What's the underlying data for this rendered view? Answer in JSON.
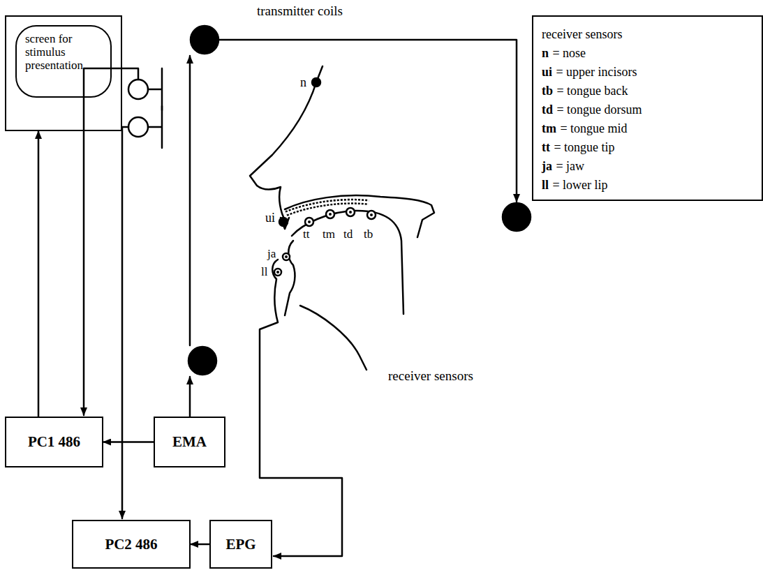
{
  "diagram": {
    "nodes": [
      {
        "text": [
          "screen for stimulus presentation"
        ]
      },
      {
        "text": [
          "receiver sensors",
          "n",
          "= nose",
          "ui",
          "= upper incisors",
          "tb",
          "= tongue back",
          "td",
          "= tongue dorsum",
          "tm",
          "= tongue mid",
          "tt",
          "= tongue tip",
          "ja",
          "= jaw",
          "ll",
          "= lower lip"
        ]
      },
      {
        "text": [
          "PC1 486"
        ]
      },
      {
        "text": [
          "EMA"
        ]
      },
      {
        "text": [
          "PC2 486"
        ]
      },
      {
        "text": [
          "EPG"
        ]
      }
    ],
    "edges": [
      {
        "from": 2,
        "to": 0,
        "arrow": "to"
      },
      {
        "from": 3,
        "to": 2,
        "arrow": "to"
      },
      {
        "from": 5,
        "to": 4,
        "arrow": "to"
      }
    ],
    "labels": [
      "transmitter coils",
      "n",
      "ui",
      "ja",
      "ll",
      "tt",
      "tm",
      "td",
      "tb",
      "receiver sensors"
    ]
  }
}
